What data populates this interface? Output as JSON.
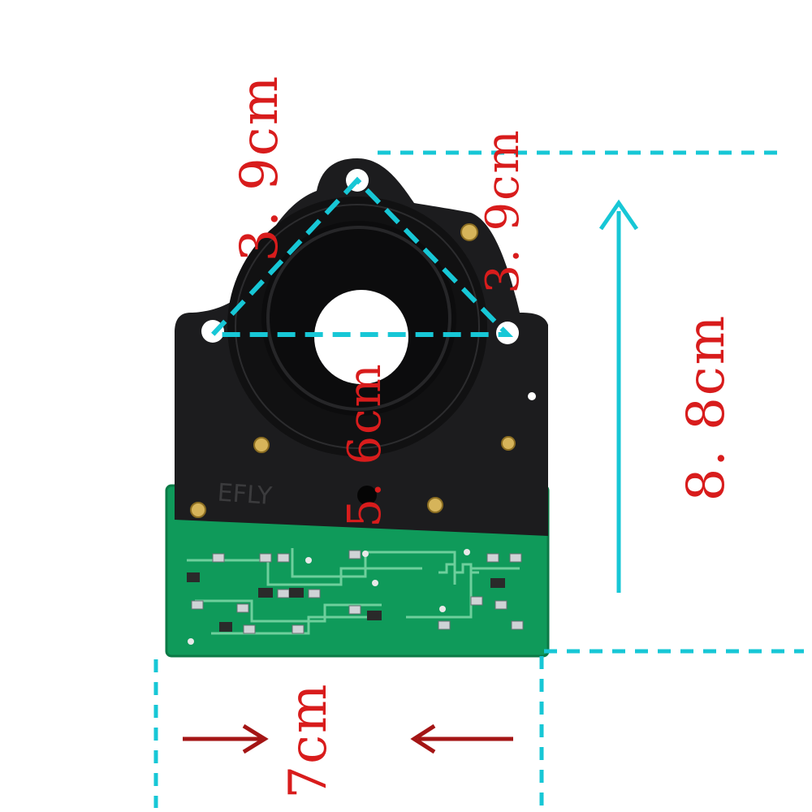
{
  "product": {
    "brand_mark": "EFLY",
    "description": "Black round sensor plate with green circuit board"
  },
  "dimensions": {
    "side_left": "3. 9cm",
    "side_right": "3. 9cm",
    "inner_span": "5. 6cm",
    "height": "8. 8cm",
    "width": "7cm"
  },
  "colors": {
    "dimension_text": "#d81c1c",
    "guide_lines": "#17c7d6",
    "arrows_width": "#a41515",
    "plate": "#1c1c1e",
    "pcb": "#0f9a5a"
  }
}
